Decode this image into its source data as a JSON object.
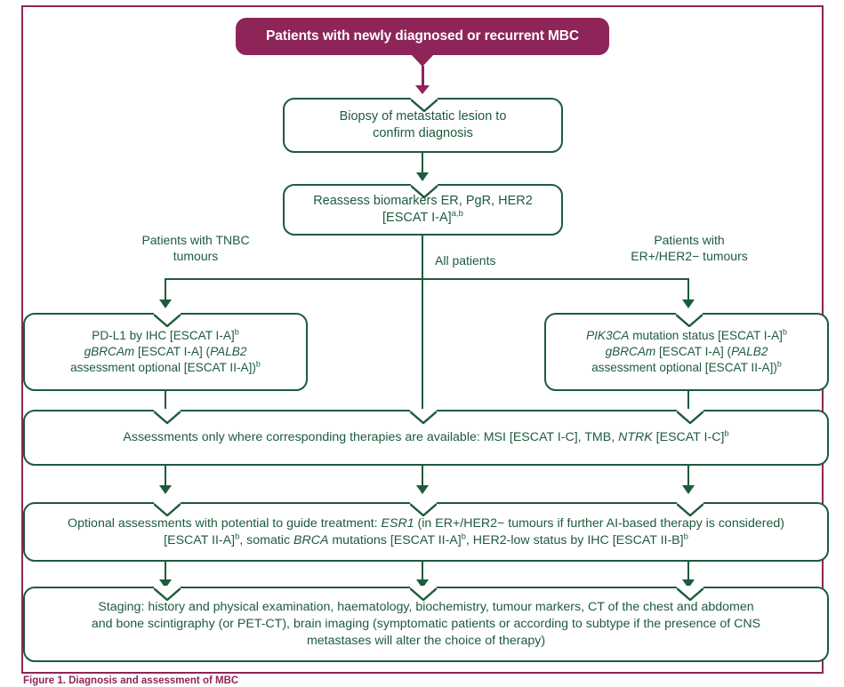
{
  "figure": {
    "caption": "Figure 1. Diagnosis and assessment of MBC",
    "border_color": "#8E2558",
    "box_color": "#1D5B3C",
    "banner_color": "#8E2558"
  },
  "banner": {
    "label": "Patients with newly diagnosed or recurrent MBC"
  },
  "nodes": {
    "biopsy": {
      "line1": "Biopsy of metastatic lesion to",
      "line2": "confirm diagnosis"
    },
    "reassess": {
      "line1": "Reassess biomarkers ER, PgR, HER2",
      "line2_main": "[ESCAT I-A]",
      "line2_sup": "a,b"
    },
    "tnbc_box": {
      "l1_main": "PD-L1 by IHC [ESCAT I-A]",
      "l1_sup": "b",
      "l2_italic1": "gBRCAm",
      "l2_mid": " [ESCAT I-A] (",
      "l2_italic2": "PALB2",
      "l3_main": "assessment optional [ESCAT II-A])",
      "l3_sup": "b"
    },
    "er_box": {
      "l1_italic": "PIK3CA",
      "l1_main": " mutation status [ESCAT I-A]",
      "l1_sup": "b",
      "l2_italic1": "gBRCAm",
      "l2_mid": " [ESCAT I-A] (",
      "l2_italic2": "PALB2",
      "l3_main": "assessment optional [ESCAT II-A])",
      "l3_sup": "b"
    },
    "assessments": {
      "pre": "Assessments only where corresponding therapies are available: MSI [ESCAT I-C], TMB, ",
      "italic": "NTRK",
      "post": " [ESCAT I-C]",
      "sup": "b"
    },
    "optional": {
      "l1_pre": "Optional assessments with potential to guide treatment: ",
      "l1_italic": "ESR1",
      "l1_post": " (in ER+/HER2− tumours if further AI-based therapy is considered)",
      "l2_pre": "[ESCAT II-A]",
      "l2_sup1": "b",
      "l2_mid": ", somatic ",
      "l2_italic": "BRCA",
      "l2_mid2": " mutations [ESCAT II-A]",
      "l2_sup2": "b",
      "l2_post": ", HER2-low status by IHC [ESCAT II-B]",
      "l2_sup3": "b"
    },
    "staging": {
      "line1": "Staging: history and physical examination, haematology, biochemistry, tumour markers, CT of the chest and abdomen",
      "line2": "and bone scintigraphy (or PET-CT), brain imaging (symptomatic patients or according to subtype if the presence of CNS",
      "line3": "metastases will alter the choice of therapy)"
    }
  },
  "branch_labels": {
    "left": {
      "line1": "Patients with TNBC",
      "line2": "tumours"
    },
    "center": {
      "line1": "All patients"
    },
    "right": {
      "line1": "Patients with",
      "line2": "ER+/HER2− tumours"
    }
  }
}
